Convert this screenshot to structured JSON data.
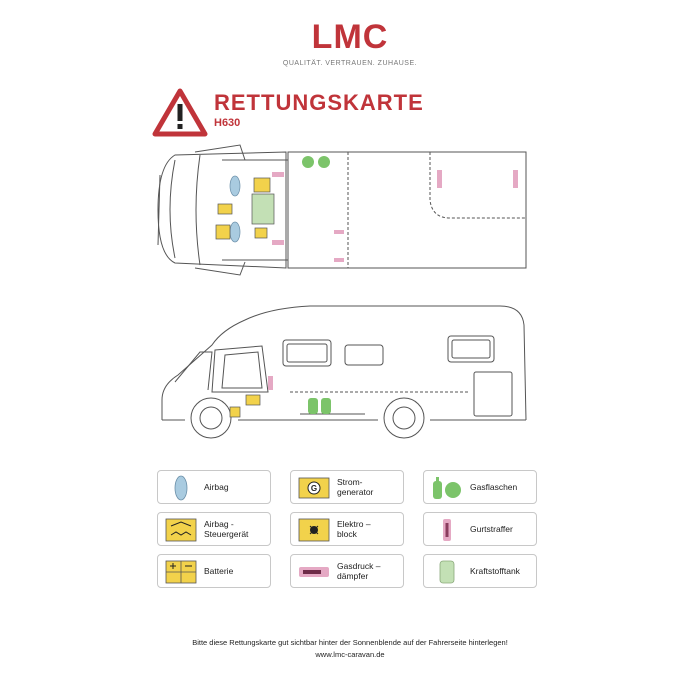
{
  "brand": {
    "logo": "LMC",
    "tagline": "QUALITÄT. VERTRAUEN. ZUHAUSE."
  },
  "card": {
    "title": "RETTUNGSKARTE",
    "model": "H630"
  },
  "colors": {
    "accent": "#c0343a",
    "airbag": "#a9cbe0",
    "yellow": "#f2d24b",
    "green": "#7cc46a",
    "pink": "#e5a9c4"
  },
  "legend": [
    {
      "icon": "airbag-icon",
      "label": "Airbag"
    },
    {
      "icon": "generator-icon",
      "label": "Strom-\ngenerator"
    },
    {
      "icon": "gas-bottle-icon",
      "label": "Gasflaschen"
    },
    {
      "icon": "airbag-control-unit-icon",
      "label": "Airbag -\nSteuergerät"
    },
    {
      "icon": "electro-block-icon",
      "label": "Elektro –\nblock"
    },
    {
      "icon": "belt-tensioner-icon",
      "label": "Gurtstraffer"
    },
    {
      "icon": "battery-icon",
      "label": "Batterie"
    },
    {
      "icon": "gas-damper-icon",
      "label": "Gasdruck –\ndämpfer"
    },
    {
      "icon": "fuel-tank-icon",
      "label": "Kraftstofftank"
    }
  ],
  "footer": {
    "note": "Bitte diese Rettungskarte gut sichtbar hinter der Sonnenblende auf der Fahrerseite hinterlegen!",
    "url": "www.lmc-caravan.de"
  }
}
